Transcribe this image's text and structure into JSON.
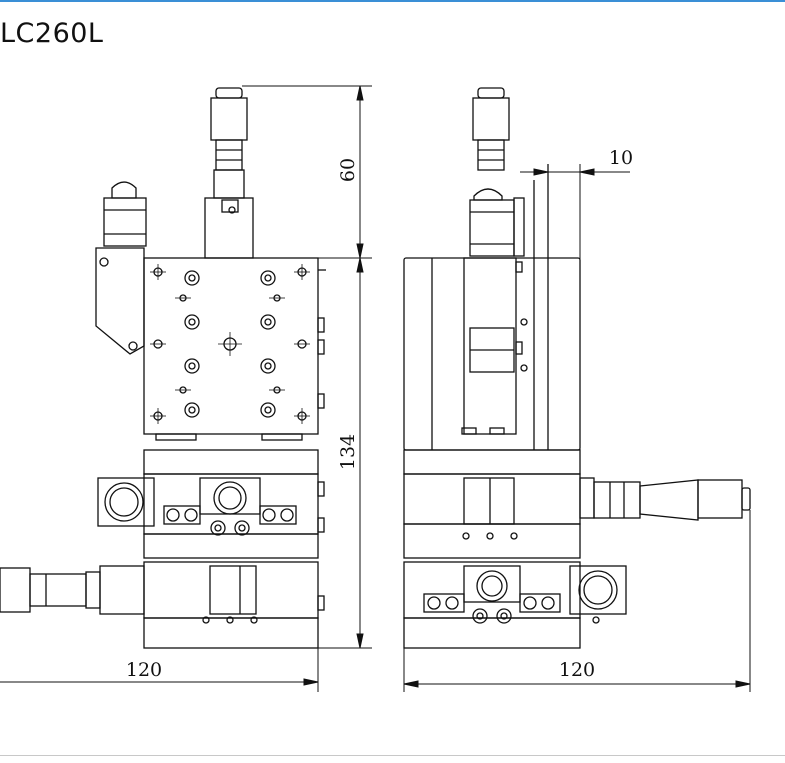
{
  "title": "LC260L",
  "dimensions": {
    "front_height_top": "60",
    "front_height_total": "134",
    "front_width": "120",
    "side_width": "120",
    "side_offset": "10"
  },
  "colors": {
    "accent_rule": "#3a8fd6",
    "line": "#111111",
    "body_fill": "#ffffff"
  }
}
